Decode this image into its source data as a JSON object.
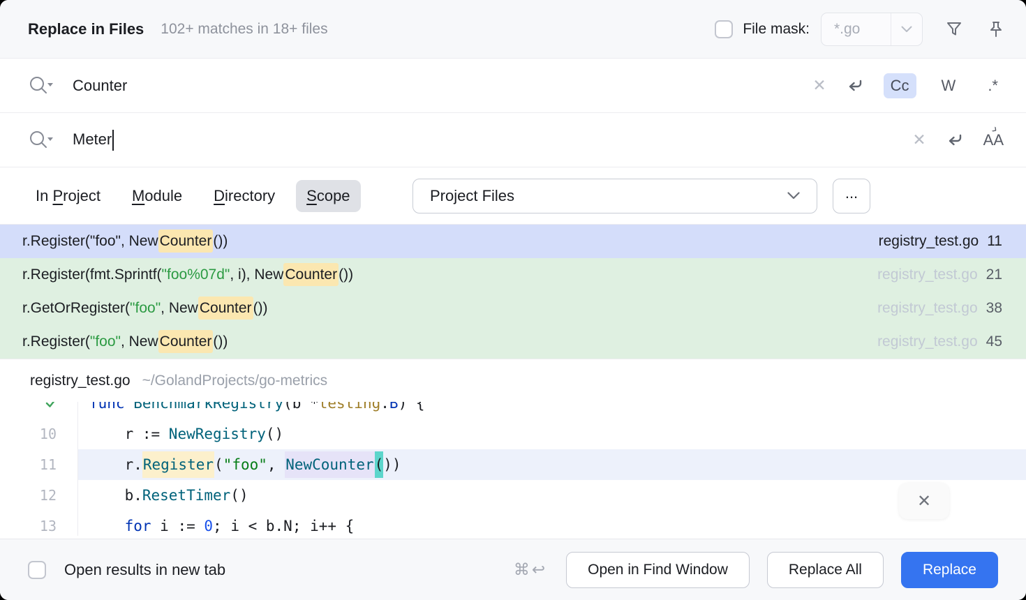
{
  "header": {
    "title": "Replace in Files",
    "subtitle": "102+ matches in 18+ files",
    "file_mask_label": "File mask:",
    "file_mask_value": "*.go"
  },
  "search": {
    "query": "Counter",
    "match_case_label": "Cc",
    "words_label": "W",
    "regex_label": ".*"
  },
  "replace": {
    "value": "Meter"
  },
  "scope": {
    "tabs": [
      {
        "pre": "In ",
        "accel": "P",
        "post": "roject",
        "active": false,
        "name": "in-project"
      },
      {
        "pre": "",
        "accel": "M",
        "post": "odule",
        "active": false,
        "name": "module"
      },
      {
        "pre": "",
        "accel": "D",
        "post": "irectory",
        "active": false,
        "name": "directory"
      },
      {
        "pre": "",
        "accel": "S",
        "post": "cope",
        "active": true,
        "name": "scope"
      }
    ],
    "selector_value": "Project Files",
    "more_label": "..."
  },
  "results": {
    "rows": [
      {
        "selected": true,
        "file": "registry_test.go",
        "line": "11",
        "segments": [
          {
            "t": "r.Register(\"foo\", New",
            "s": "plain"
          },
          {
            "t": "Counter",
            "s": "match"
          },
          {
            "t": "())",
            "s": "plain"
          }
        ]
      },
      {
        "selected": false,
        "file": "registry_test.go",
        "line": "21",
        "segments": [
          {
            "t": "r.Register(fmt.Sprintf(",
            "s": "plain"
          },
          {
            "t": "\"foo%07d\"",
            "s": "string"
          },
          {
            "t": ", i), New",
            "s": "plain"
          },
          {
            "t": "Counter",
            "s": "match"
          },
          {
            "t": "())",
            "s": "plain"
          }
        ]
      },
      {
        "selected": false,
        "file": "registry_test.go",
        "line": "38",
        "segments": [
          {
            "t": "r.GetOrRegister(",
            "s": "plain"
          },
          {
            "t": "\"foo\"",
            "s": "string"
          },
          {
            "t": ", New",
            "s": "plain"
          },
          {
            "t": "Counter",
            "s": "match"
          },
          {
            "t": "())",
            "s": "plain"
          }
        ]
      },
      {
        "selected": false,
        "file": "registry_test.go",
        "line": "45",
        "segments": [
          {
            "t": "r.Register(",
            "s": "plain"
          },
          {
            "t": "\"foo\"",
            "s": "string"
          },
          {
            "t": ", New",
            "s": "plain"
          },
          {
            "t": "Counter",
            "s": "match"
          },
          {
            "t": "())",
            "s": "plain"
          }
        ]
      }
    ]
  },
  "preview": {
    "file": "registry_test.go",
    "path": "~/GolandProjects/go-metrics"
  },
  "editor": {
    "lines": [
      {
        "num": "",
        "gutter_icon": "check",
        "current": false,
        "segments": [
          {
            "t": "func ",
            "s": "kw"
          },
          {
            "t": "BenchmarkRegistry",
            "s": "fn"
          },
          {
            "t": "(b *",
            "s": "plain"
          },
          {
            "t": "testing",
            "s": "type"
          },
          {
            "t": ".",
            "s": "plain"
          },
          {
            "t": "B",
            "s": "kw"
          },
          {
            "t": ") {",
            "s": "plain"
          }
        ]
      },
      {
        "num": "10",
        "gutter_icon": "",
        "current": false,
        "segments": [
          {
            "t": "    r := ",
            "s": "plain"
          },
          {
            "t": "NewRegistry",
            "s": "call"
          },
          {
            "t": "()",
            "s": "plain"
          }
        ]
      },
      {
        "num": "11",
        "gutter_icon": "",
        "current": true,
        "segments": [
          {
            "t": "    r.",
            "s": "plain"
          },
          {
            "t": "Register",
            "s": "callMatch"
          },
          {
            "t": "(",
            "s": "plain"
          },
          {
            "t": "\"foo\"",
            "s": "stringE"
          },
          {
            "t": ", ",
            "s": "plain"
          },
          {
            "t": "NewCounter",
            "s": "callRepl"
          },
          {
            "t": "(",
            "s": "braceHi"
          },
          {
            "t": "))",
            "s": "plain"
          }
        ]
      },
      {
        "num": "12",
        "gutter_icon": "",
        "current": false,
        "segments": [
          {
            "t": "    b.",
            "s": "plain"
          },
          {
            "t": "ResetTimer",
            "s": "call"
          },
          {
            "t": "()",
            "s": "plain"
          }
        ]
      },
      {
        "num": "13",
        "gutter_icon": "",
        "current": false,
        "segments": [
          {
            "t": "    ",
            "s": "plain"
          },
          {
            "t": "for",
            "s": "kw"
          },
          {
            "t": " i := ",
            "s": "plain"
          },
          {
            "t": "0",
            "s": "num"
          },
          {
            "t": "; i < b.N; i++ {",
            "s": "plain"
          }
        ]
      }
    ]
  },
  "footer": {
    "checkbox_label": "Open results in new tab",
    "shortcut": "⌘↩",
    "buttons": [
      {
        "label": "Open in Find Window",
        "primary": false
      },
      {
        "label": "Replace All",
        "primary": false
      },
      {
        "label": "Replace",
        "primary": true
      }
    ]
  },
  "icons": {
    "clear": "✕",
    "close": "✕",
    "preserve_case": {
      "a1": "A",
      "arrow": "›",
      "a2": "A"
    }
  },
  "colors": {
    "accent_blue": "#3574f0",
    "selected_row": "#d4ddfa",
    "result_row_green": "#dff0e1",
    "match_highlight": "#fbe7b0",
    "replace_highlight": "#e6e3f8",
    "brace_highlight": "#5cd5cb",
    "current_line": "#edf1fb",
    "string_green": "#067d17",
    "keyword_blue": "#0033b3",
    "function_teal": "#00627a"
  }
}
